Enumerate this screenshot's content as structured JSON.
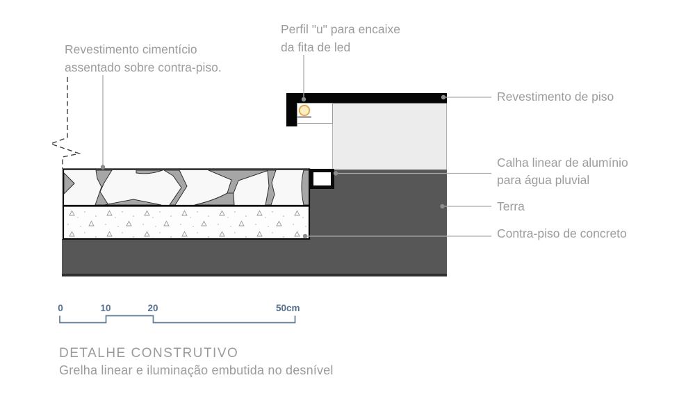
{
  "drawing": {
    "annotations": {
      "cement_coating": "Revestimento cimentício\nassentado sobre contra-piso.",
      "led_profile": "Perfil \"u\" para encaixe\nda fita de led",
      "floor_finish": "Revestimento de piso",
      "gutter": "Calha linear de alumínio\npara água pluvial",
      "soil": "Terra",
      "subfloor": "Contra-piso de concreto"
    },
    "elements": {
      "led": "fita de led (yellow circle in u-profile recess)",
      "gutter_channel": "calha linear (white square with thick black border)",
      "terra_fill": "dark gray soil mass",
      "stone_layer": "cement flagstone coating",
      "concrete_layer": "stippled concrete subfloor"
    }
  },
  "scale": {
    "labels": [
      "0",
      "10",
      "20",
      "50cm"
    ]
  },
  "title": {
    "heading": "DETALHE CONSTRUTIVO",
    "subheading": "Grelha linear e iluminação embutida no desnível"
  },
  "colors": {
    "background": "#ffffff",
    "annotation_text": "#9c9c9c",
    "title_text": "#9b9b9b",
    "leader_line": "#ababab",
    "leader_dot": "#8d8d8d",
    "black_profile": "#050505",
    "upper_block_gray": "#ececec",
    "terra_gray": "#575757",
    "terra_base": "#303030",
    "stone_joint_gray": "#a6a6a6",
    "led_fill": "#fdedc2",
    "led_stroke": "#dfaa51",
    "scale_blue": "#54708e"
  }
}
